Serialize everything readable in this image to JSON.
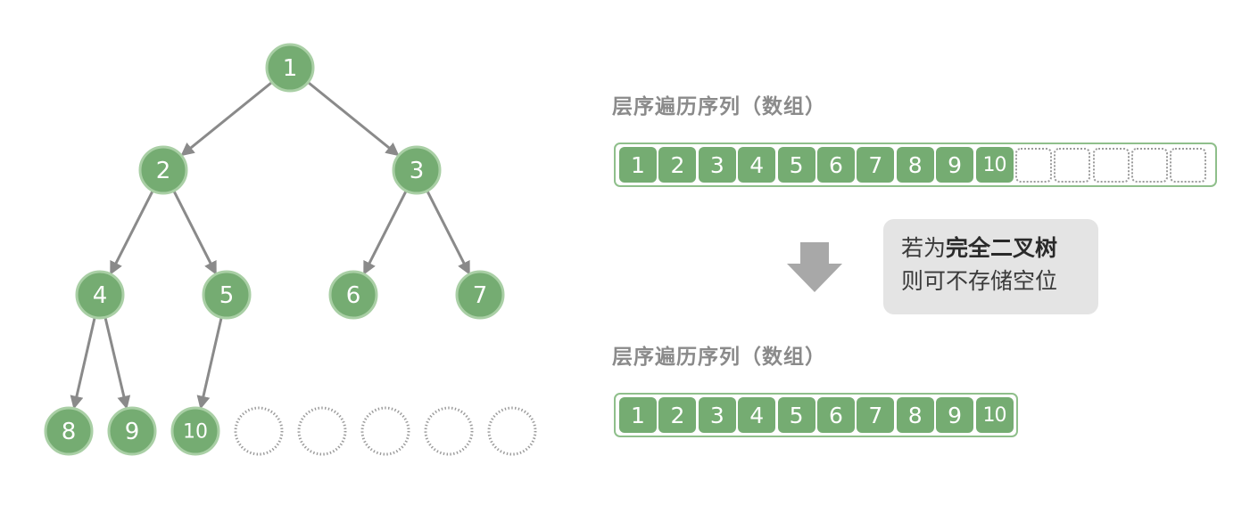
{
  "tree": {
    "nodes": [
      {
        "label": "1"
      },
      {
        "label": "2"
      },
      {
        "label": "3"
      },
      {
        "label": "4"
      },
      {
        "label": "5"
      },
      {
        "label": "6"
      },
      {
        "label": "7"
      },
      {
        "label": "8"
      },
      {
        "label": "9"
      },
      {
        "label": "10"
      }
    ],
    "empty_slots": 5
  },
  "array_top": {
    "title": "层序遍历序列（数组）",
    "cells": [
      "1",
      "2",
      "3",
      "4",
      "5",
      "6",
      "7",
      "8",
      "9",
      "10"
    ],
    "empty_cells": 5
  },
  "note": {
    "line1_prefix": "若为",
    "line1_bold": "完全二叉树",
    "line2": "则可不存储空位"
  },
  "array_bottom": {
    "title": "层序遍历序列（数组）",
    "cells": [
      "1",
      "2",
      "3",
      "4",
      "5",
      "6",
      "7",
      "8",
      "9",
      "10"
    ]
  },
  "colors": {
    "node_fill": "#75ac72",
    "node_ring": "#a9cfa5",
    "edge": "#8a8a8a",
    "empty_dots": "#9a9a9a",
    "arrow": "#a8a8a8",
    "note_bg": "#e4e4e4"
  }
}
